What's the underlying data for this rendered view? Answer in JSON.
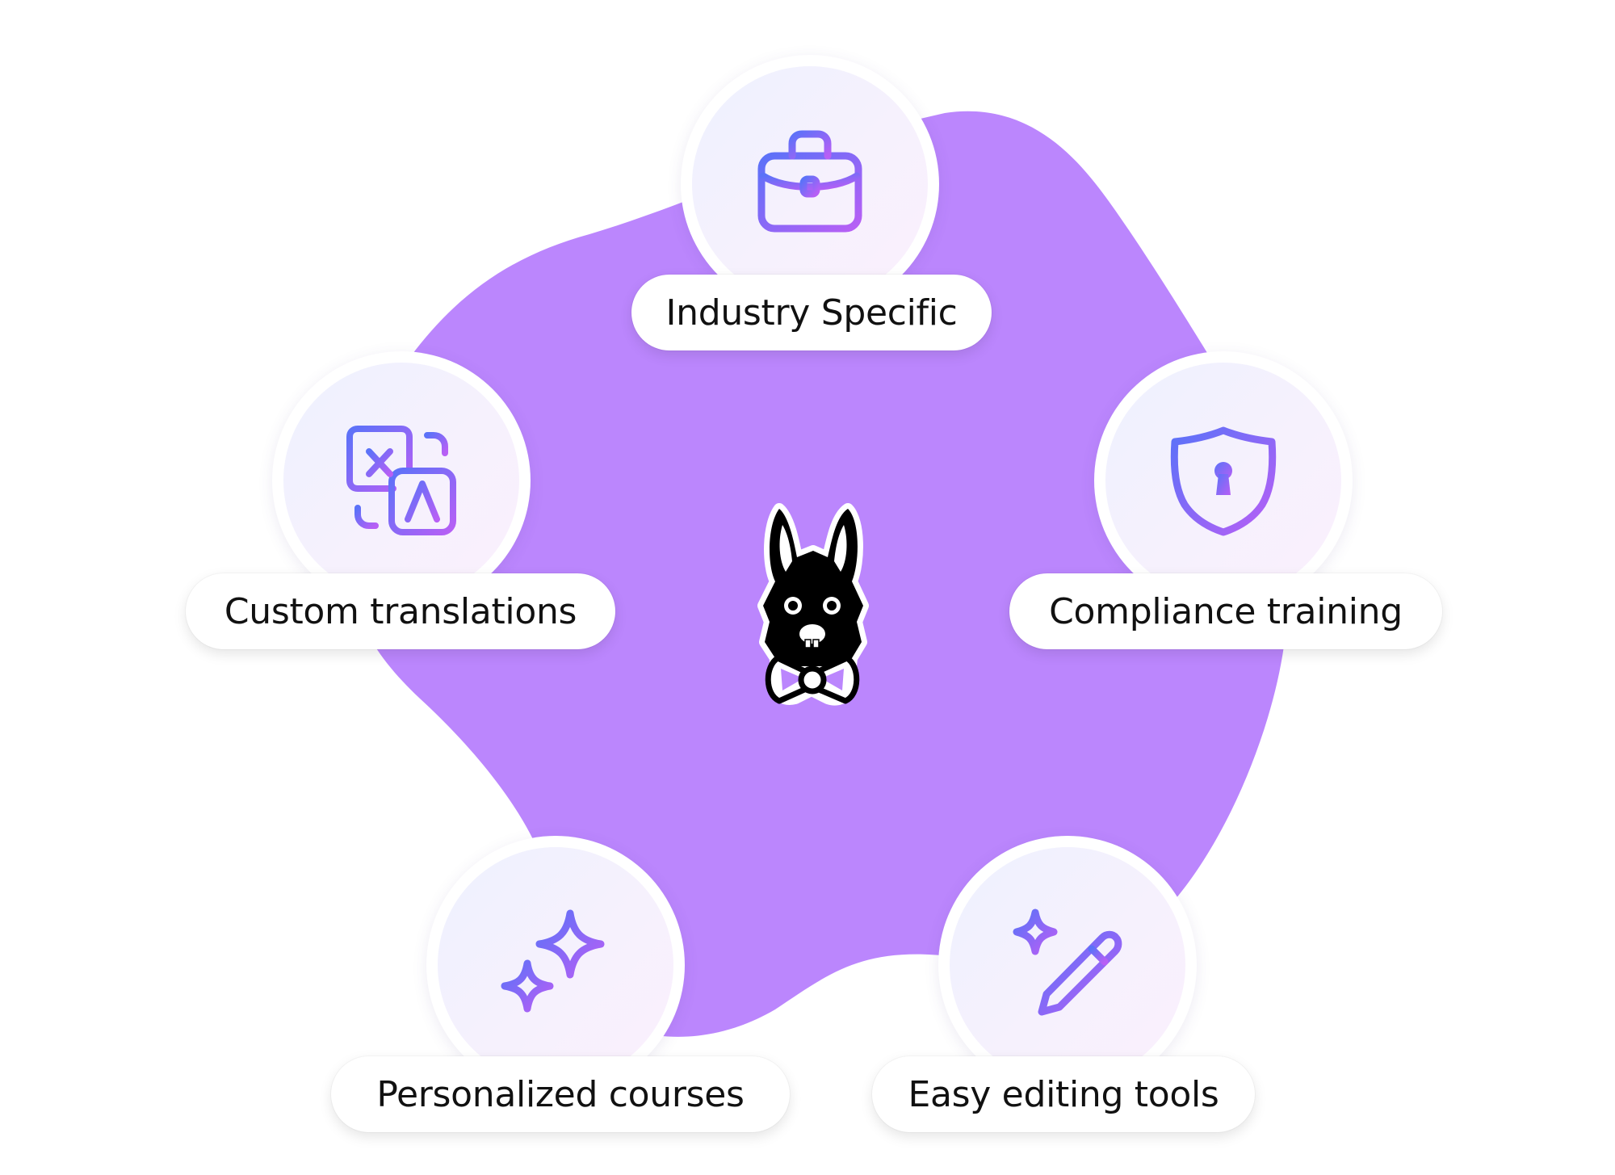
{
  "colors": {
    "blob": "#bb86fd",
    "icon_gradient_start": "#5b72f8",
    "icon_gradient_end": "#b85ff5",
    "pill_text": "#111111",
    "pill_background": "#ffffff",
    "circle_background": "#f3f1fd"
  },
  "center": {
    "icon": "llama-mascot-icon"
  },
  "features": [
    {
      "label": "Industry Specific",
      "icon": "briefcase-icon"
    },
    {
      "label": "Compliance training",
      "icon": "shield-lock-icon"
    },
    {
      "label": "Easy editing tools",
      "icon": "sparkle-pencil-icon"
    },
    {
      "label": "Personalized courses",
      "icon": "sparkles-icon"
    },
    {
      "label": "Custom translations",
      "icon": "translate-icon"
    }
  ]
}
